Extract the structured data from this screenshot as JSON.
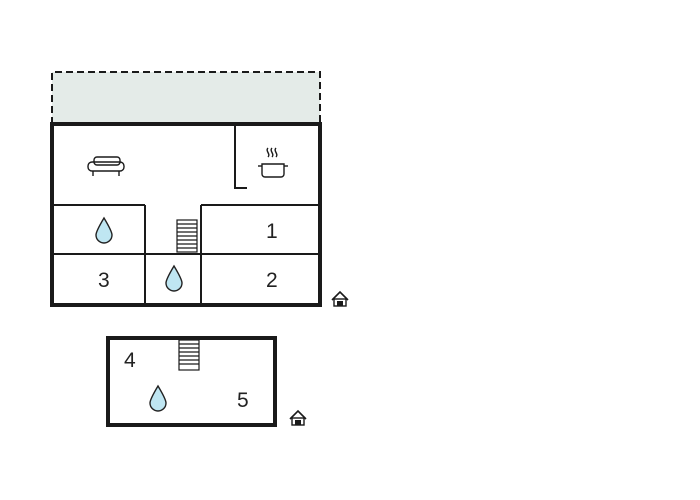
{
  "colors": {
    "wall": "#1a1a1a",
    "terrace_fill": "#e4ebe8",
    "water_fill": "#bfe6f2",
    "water_stroke": "#222222"
  },
  "upper_floor": {
    "rooms": [
      {
        "id": "bedroom-1",
        "label": "1"
      },
      {
        "id": "bedroom-2",
        "label": "2"
      },
      {
        "id": "bedroom-3",
        "label": "3"
      }
    ],
    "icons": [
      "sofa-icon",
      "cooking-pot-icon",
      "water-drop-icon",
      "water-drop-icon",
      "staircase-icon",
      "entrance-house-icon"
    ]
  },
  "lower_floor": {
    "rooms": [
      {
        "id": "room-4",
        "label": "4"
      },
      {
        "id": "room-5",
        "label": "5"
      }
    ],
    "icons": [
      "staircase-icon",
      "water-drop-icon",
      "entrance-house-icon"
    ]
  }
}
